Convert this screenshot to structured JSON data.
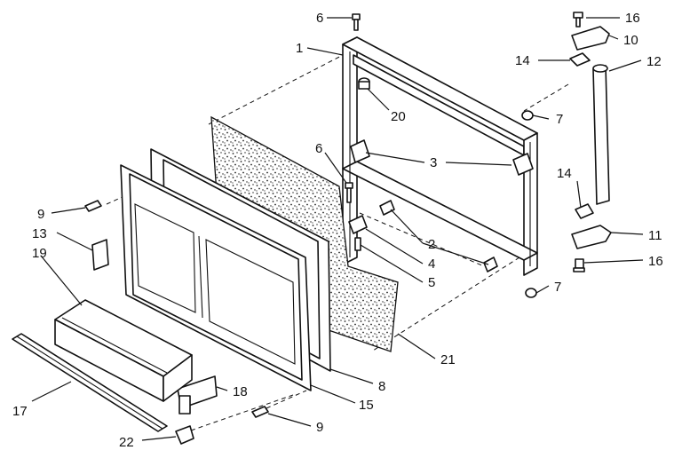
{
  "diagram": {
    "callouts": [
      {
        "id": "c1",
        "text": "1"
      },
      {
        "id": "c6a",
        "text": "6"
      },
      {
        "id": "c20",
        "text": "20"
      },
      {
        "id": "c6b",
        "text": "6"
      },
      {
        "id": "c3",
        "text": "3"
      },
      {
        "id": "c7a",
        "text": "7"
      },
      {
        "id": "c2",
        "text": "2"
      },
      {
        "id": "c4",
        "text": "4"
      },
      {
        "id": "c5",
        "text": "5"
      },
      {
        "id": "c7b",
        "text": "7"
      },
      {
        "id": "c16a",
        "text": "16"
      },
      {
        "id": "c10",
        "text": "10"
      },
      {
        "id": "c14a",
        "text": "14"
      },
      {
        "id": "c12",
        "text": "12"
      },
      {
        "id": "c14b",
        "text": "14"
      },
      {
        "id": "c11",
        "text": "11"
      },
      {
        "id": "c16b",
        "text": "16"
      },
      {
        "id": "c9a",
        "text": "9"
      },
      {
        "id": "c13",
        "text": "13"
      },
      {
        "id": "c19",
        "text": "19"
      },
      {
        "id": "c17",
        "text": "17"
      },
      {
        "id": "c18",
        "text": "18"
      },
      {
        "id": "c15",
        "text": "15"
      },
      {
        "id": "c8",
        "text": "8"
      },
      {
        "id": "c21",
        "text": "21"
      },
      {
        "id": "c9b",
        "text": "9"
      },
      {
        "id": "c22",
        "text": "22"
      }
    ]
  }
}
